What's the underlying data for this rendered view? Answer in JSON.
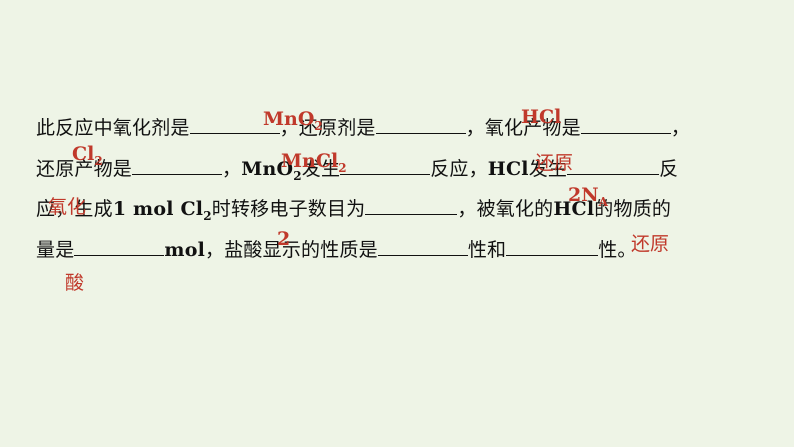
{
  "lines": {
    "l1": {
      "a": "此反应中氧化剂是",
      "b": "，还原剂是",
      "c": "，氧化产物是",
      "d": "，"
    },
    "l2": {
      "a": "还原产物是",
      "b": "，",
      "mno2": "MnO",
      "mno2_sub": "2",
      "c": "发生",
      "d": "反应，",
      "hcl": "HCl",
      "e": "发生",
      "f": "反"
    },
    "l3": {
      "a": "应，生成",
      "mol": "1 mol Cl",
      "mol_sub": "2",
      "b": "时转移电子数目为",
      "c": "，被氧化的",
      "hcl": "HCl",
      "d": "的物质的"
    },
    "l4": {
      "a": "量是",
      "mol": "mol",
      "b": "，盐酸显示的性质是",
      "c": "性和",
      "d": "性。"
    }
  },
  "answers": {
    "oxidant": "MnO",
    "oxidant_sub": "2",
    "reductant": "HCl",
    "ox_product": "Cl",
    "ox_product_sub": "2",
    "red_product": "MnCl",
    "red_product_sub": "2",
    "reduction": "还原",
    "oxidation": "氧化",
    "electrons": "2N",
    "electrons_sub": "A",
    "moles": "2",
    "reducing": "还原",
    "acidic": "酸"
  }
}
